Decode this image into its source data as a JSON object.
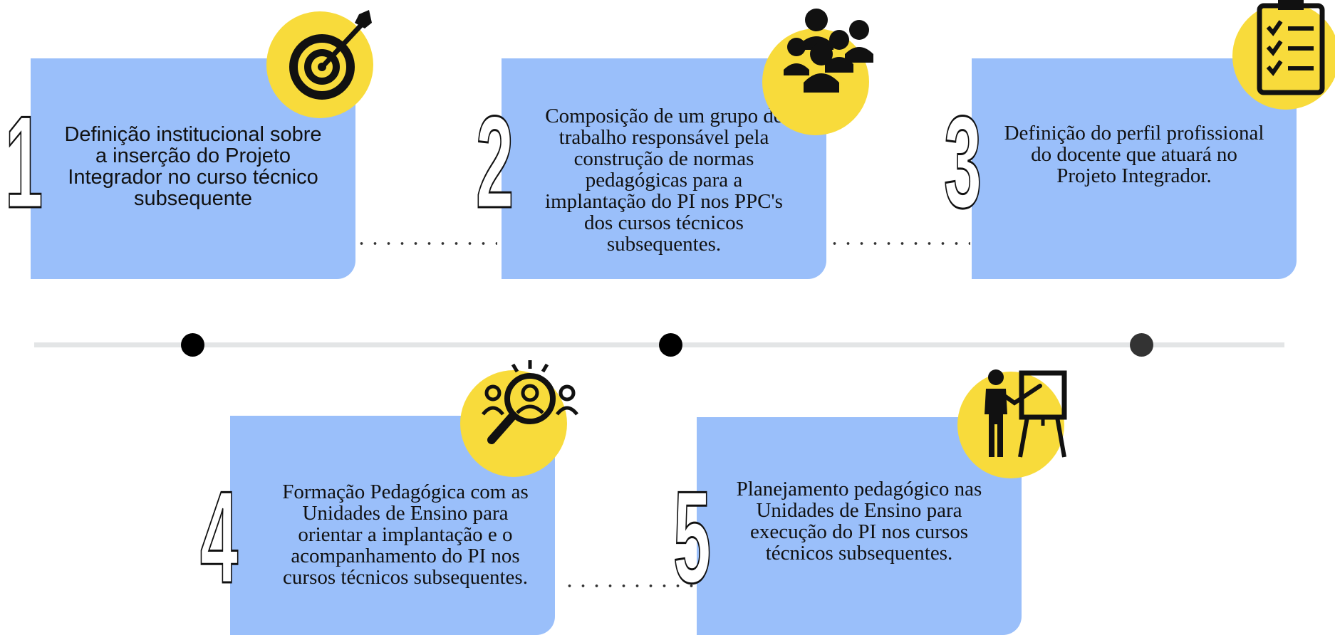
{
  "steps": [
    {
      "number": "1",
      "text": "Definição institucional sobre\na inserção do Projeto\nIntegrador no curso técnico\nsubsequente",
      "icon": "target-icon"
    },
    {
      "number": "2",
      "text": "Composição de um grupo de\ntrabalho responsável pela\nconstrução de normas\npedagógicas para a\nimplantação do PI nos PPC's\ndos cursos técnicos\nsubsequentes.",
      "icon": "group-icon"
    },
    {
      "number": "3",
      "text": "Definição do perfil profissional\ndo docente que atuará no\nProjeto Integrador.",
      "icon": "checklist-icon"
    },
    {
      "number": "4",
      "text": "Formação Pedagógica com as\nUnidades de Ensino para\norientar a implantação e o\nacompanhamento do PI  nos\ncursos técnicos subsequentes.",
      "icon": "people-search-icon"
    },
    {
      "number": "5",
      "text": "Planejamento pedagógico nas\nUnidades de Ensino para\nexecução do PI nos cursos\ntécnicos subsequentes.",
      "icon": "presenter-board-icon"
    }
  ],
  "colors": {
    "card": "#9abffa",
    "badge": "#f8db3b",
    "timeline": "#e3e5e6",
    "dot": "#000000"
  }
}
